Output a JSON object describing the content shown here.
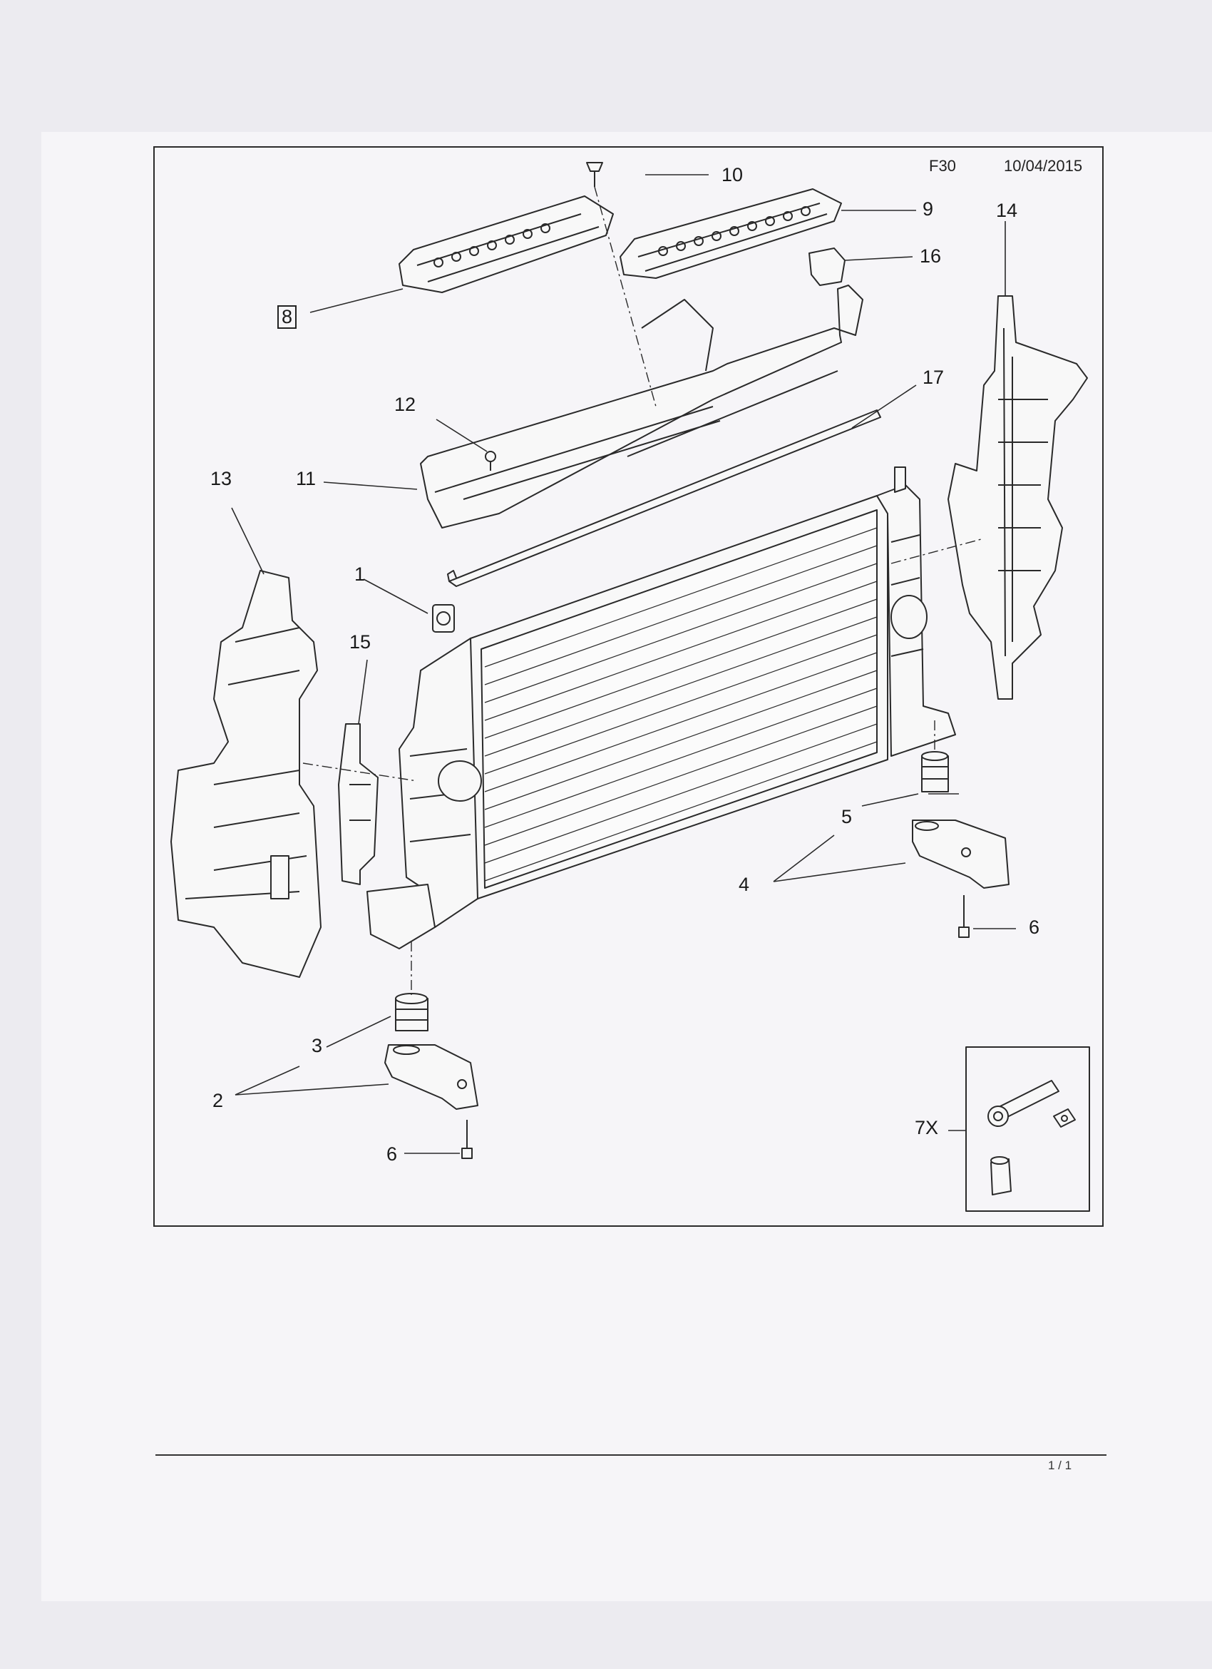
{
  "header": {
    "figure_code": "F30",
    "date": "10/04/2015"
  },
  "footer": {
    "page": "1 / 1"
  },
  "callouts": {
    "c1": "1",
    "c2": "2",
    "c3": "3",
    "c4": "4",
    "c5": "5",
    "c6a": "6",
    "c6b": "6",
    "c7x": "7X",
    "c8": "8",
    "c9": "9",
    "c10": "10",
    "c11": "11",
    "c12": "12",
    "c13": "13",
    "c14": "14",
    "c15": "15",
    "c16": "16",
    "c17": "17"
  },
  "colors": {
    "line": "#2a2a2a",
    "part_fill": "#f8f8f8",
    "paper": "#f6f5f8"
  }
}
